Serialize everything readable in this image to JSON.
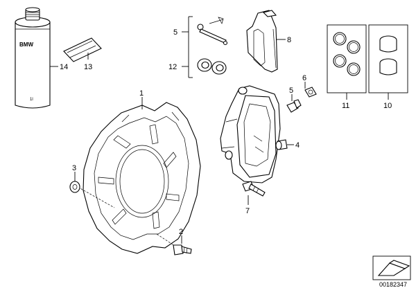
{
  "diagram": {
    "labels": {
      "brake_disc": "1",
      "disc_bolt": "2",
      "washer": "3",
      "bleed_valve": "4",
      "pad_pin": "5",
      "bleed_cap": "6",
      "caliper_bolt": "7",
      "brake_pad": "8",
      "piston": "10",
      "seal_ring": "11",
      "seal_kit": "12",
      "grease_tube": "13",
      "brake_fluid": "14"
    },
    "can_brand": "BMW",
    "can_small_text": "1l",
    "drawing_number": "00182347"
  }
}
